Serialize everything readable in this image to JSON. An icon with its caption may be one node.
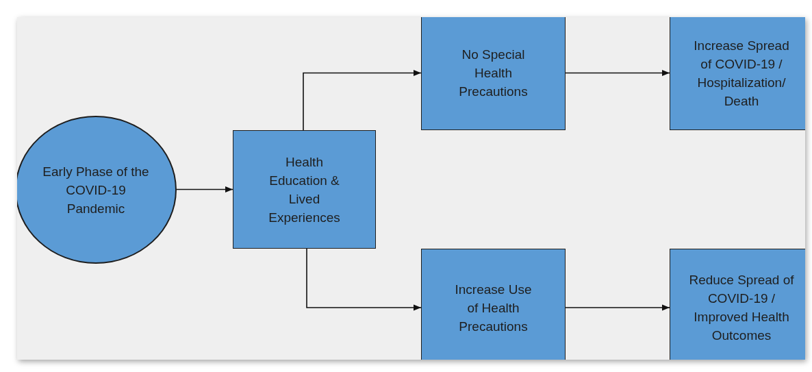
{
  "diagram": {
    "nodes": [
      {
        "text": [
          "Early Phase of the COVID-19 Pandemic"
        ]
      },
      {
        "text": [
          "Health Education & Lived Experiences"
        ]
      },
      {
        "text": [
          "No Special Health Precautions"
        ]
      },
      {
        "text": [
          "Increase Spread of COVID-19 / Hospitalization/ Death"
        ]
      },
      {
        "text": [
          "Increase Use of Health Precautions"
        ]
      },
      {
        "text": [
          "Reduce Spread of COVID-19 / Improved Health Outcomes"
        ]
      }
    ],
    "edges": [
      {
        "from": 0,
        "to": 1,
        "arrow": "to"
      },
      {
        "from": 1,
        "to": 2,
        "arrow": "to"
      },
      {
        "from": 1,
        "to": 4,
        "arrow": "to"
      },
      {
        "from": 2,
        "to": 3,
        "arrow": "to"
      },
      {
        "from": 4,
        "to": 5,
        "arrow": "to"
      }
    ]
  }
}
